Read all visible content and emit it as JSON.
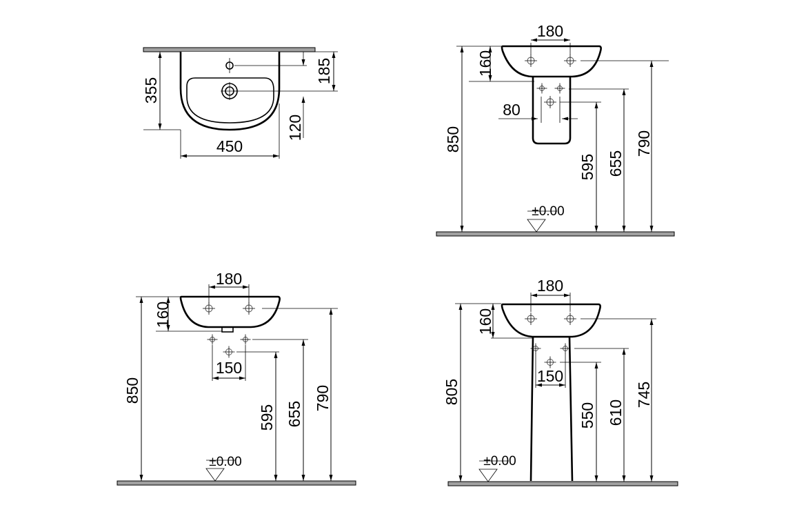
{
  "views": {
    "top_view": {
      "width": "450",
      "depth": "355",
      "tap_hole_from_wall": "185",
      "waste_to_front": "120"
    },
    "semi_pedestal_view": {
      "tap_spacing": "180",
      "basin_height": "160",
      "rim_height": "850",
      "tap_height": "790",
      "supply_height": "655",
      "waste_height": "595",
      "pedestal_width": "80",
      "floor_level": "±0.00"
    },
    "wall_hung_view": {
      "tap_spacing": "180",
      "basin_height": "160",
      "rim_height": "850",
      "supply_spacing": "150",
      "tap_height": "790",
      "supply_height": "655",
      "waste_height": "595",
      "floor_level": "±0.00"
    },
    "full_pedestal_view": {
      "tap_spacing": "180",
      "basin_height": "160",
      "rim_height": "805",
      "supply_spacing": "150",
      "tap_height": "745",
      "supply_height": "610",
      "waste_height": "550",
      "floor_level": "±0.00"
    }
  }
}
